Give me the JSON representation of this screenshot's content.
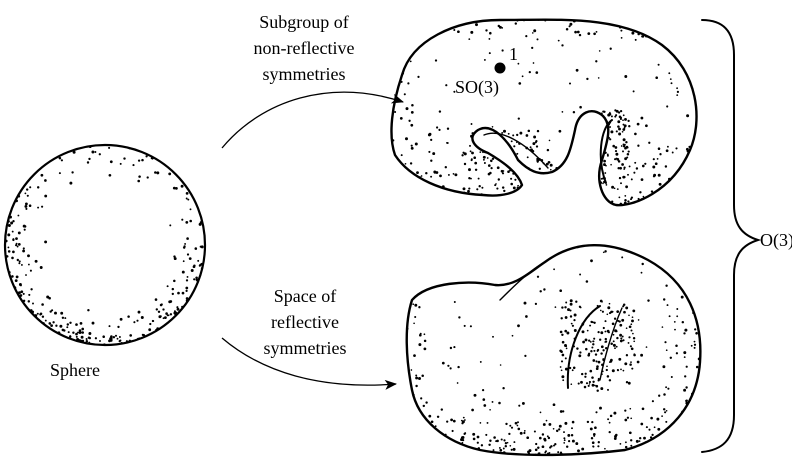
{
  "labels": {
    "sphere": "Sphere",
    "nonreflective": [
      "Subgroup of",
      "non-reflective",
      "symmetries"
    ],
    "reflective": [
      "Space of",
      "reflective",
      "symmetries"
    ],
    "so3": "SO(3)",
    "identity": "1",
    "o3": "O(3)"
  },
  "colors": {
    "ink": "#000000",
    "paper": "#ffffff"
  }
}
